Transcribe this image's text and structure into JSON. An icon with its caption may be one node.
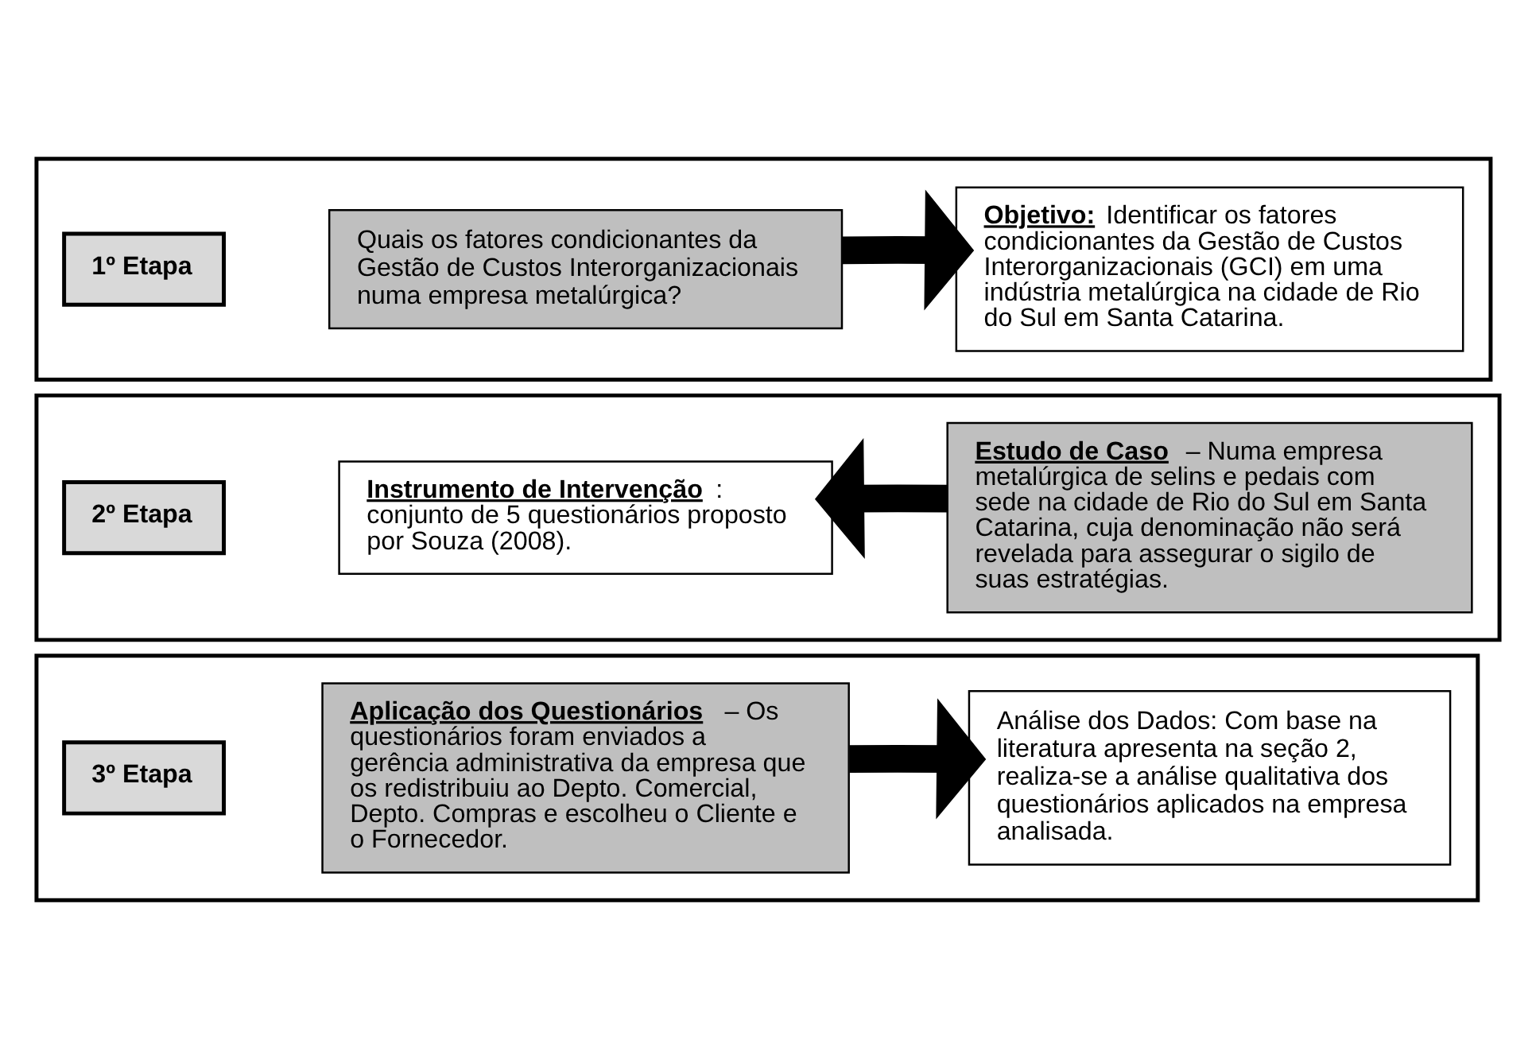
{
  "diagram": {
    "nodes": [
      {
        "text": [],
        "shape": "box"
      },
      {
        "text": [
          "1º Etapa"
        ],
        "in": 0
      },
      {
        "text": [
          "Quais os fatores condicionantes da Gestão de Custos Interorganizacionais numa empresa metalúrgica?"
        ],
        "in": 0
      },
      {
        "text": [
          "**Objetivo:** Identificar os fatores condicionantes da Gestão de Custos Interorganizacionais (GCI) em uma indústria metalúrgica na cidade de Rio do Sul em Santa Catarina."
        ],
        "in": 0
      },
      {
        "text": [],
        "shape": "box"
      },
      {
        "text": [
          "2º Etapa"
        ],
        "in": 4
      },
      {
        "text": [
          "**Instrumento de Intervenção**: conjunto de 5 questionários proposto por Souza (2008)."
        ],
        "in": 4
      },
      {
        "text": [
          "**Estudo de Caso** – Numa empresa metalúrgica de selins e pedais com sede na cidade de Rio do Sul em Santa Catarina, cuja denominação não será revelada para assegurar o sigilo de suas estratégias."
        ],
        "in": 4
      },
      {
        "text": [],
        "shape": "box"
      },
      {
        "text": [
          "3º Etapa"
        ],
        "in": 8
      },
      {
        "text": [
          "**Aplicação dos Questionários** – Os questionários foram enviados a gerência administrativa da empresa que os redistribuiu ao Depto. Comercial, Depto. Compras e escolheu o Cliente e o Fornecedor."
        ],
        "in": 8
      },
      {
        "text": [
          "Análise dos Dados: Com base na literatura apresenta na seção 2, realiza-se a análise qualitativa dos questionários aplicados na empresa analisada."
        ],
        "in": 8
      }
    ],
    "edges": [
      {
        "from": 2,
        "to": 3,
        "arrow": "to"
      },
      {
        "from": 7,
        "to": 6,
        "arrow": "to"
      },
      {
        "from": 10,
        "to": 11,
        "arrow": "to"
      }
    ]
  }
}
